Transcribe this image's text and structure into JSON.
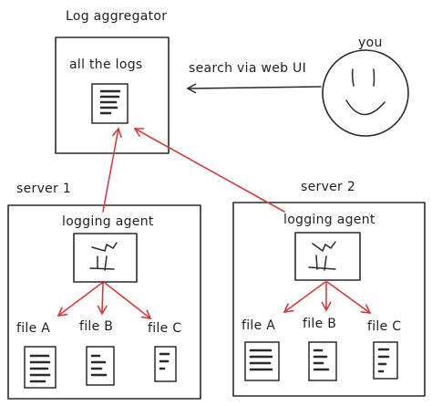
{
  "labels": {
    "aggregator_title": "Log aggregator",
    "aggregator_inner": "all the logs",
    "search": "search via web UI",
    "you": "you",
    "server1": "server 1",
    "server2": "server 2",
    "agent1": "logging agent",
    "agent2": "logging agent",
    "s1_file_a": "file A",
    "s1_file_b": "file B",
    "s1_file_c": "file C",
    "s2_file_a": "file A",
    "s2_file_b": "file B",
    "s2_file_c": "file C"
  },
  "colors": {
    "ink": "#2a2a2a",
    "arrow_red": "#d33c3c"
  },
  "icons": {
    "face": "smiley-face-icon",
    "agent": "logging-agent-icon",
    "document": "document-icon"
  }
}
